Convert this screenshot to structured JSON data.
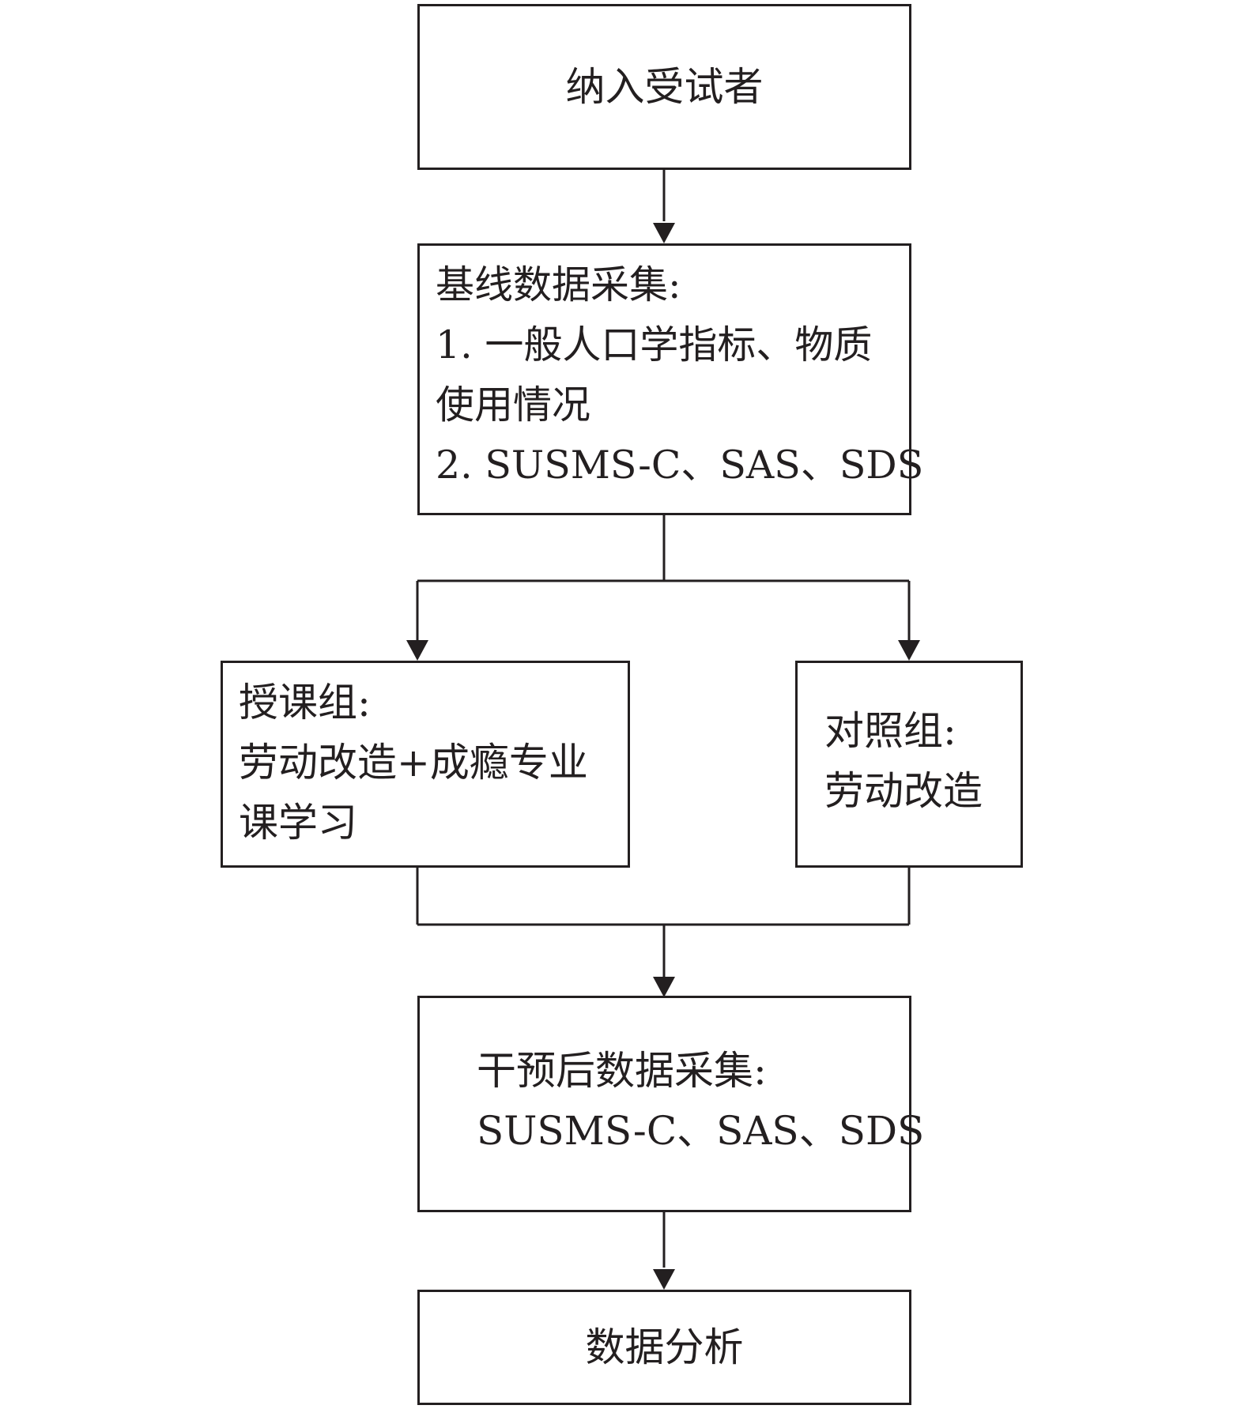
{
  "flowchart": {
    "enroll": {
      "text": "纳入受试者"
    },
    "baseline": {
      "title": "基线数据采集:",
      "item1_line1": "1. 一般人口学指标、物质",
      "item1_line2": "使用情况",
      "item2": "2. SUSMS-C、SAS、SDS"
    },
    "lecture_group": {
      "title": "授课组:",
      "line1": "劳动改造+成瘾专业",
      "line2": "课学习"
    },
    "control_group": {
      "title": "对照组:",
      "line1": "劳动改造"
    },
    "post": {
      "title": "干预后数据采集:",
      "line1": "SUSMS-C、SAS、SDS"
    },
    "analysis": {
      "text": "数据分析"
    }
  },
  "colors": {
    "stroke": "#231f20",
    "text": "#231f20",
    "background": "#ffffff"
  }
}
